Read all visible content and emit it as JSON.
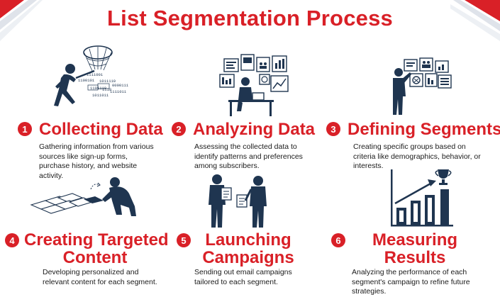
{
  "title": "List Segmentation Process",
  "colors": {
    "accent": "#d92027",
    "figure": "#1f3550",
    "text": "#1b1b1b"
  },
  "steps": [
    {
      "number": "1",
      "title": "Collecting Data",
      "title_line2": "",
      "description": "Gathering information from various sources like sign-up forms, purchase history, and website activity.",
      "icon": "person-catching-data-with-net-icon",
      "binary_codes": [
        "1111001",
        "1100101",
        "1011110",
        "1101110",
        "0000111",
        "1111011",
        "1011011",
        "1110"
      ]
    },
    {
      "number": "2",
      "title": "Analyzing Data",
      "title_line2": "",
      "description": "Assessing the collected data to identify patterns and preferences among subscribers.",
      "icon": "analyst-at-desk-with-dashboards-icon"
    },
    {
      "number": "3",
      "title": "Defining Segments",
      "title_line2": "",
      "description": "Creating specific groups based on criteria like demographics, behavior, or interests.",
      "icon": "person-arranging-segment-cards-icon"
    },
    {
      "number": "4",
      "title": "Creating Targeted",
      "title_line2": "Content",
      "description": "Developing personalized and relevant content for each segment.",
      "icon": "person-assembling-content-pieces-icon"
    },
    {
      "number": "5",
      "title": "Launching",
      "title_line2": "Campaigns",
      "description": "Sending out email campaigns tailored to each segment.",
      "icon": "two-people-exchanging-documents-icon"
    },
    {
      "number": "6",
      "title": "Measuring",
      "title_line2": "Results",
      "description": "Analyzing the performance of each segment's campaign to refine future strategies.",
      "icon": "growth-bar-chart-with-trophy-icon"
    }
  ]
}
